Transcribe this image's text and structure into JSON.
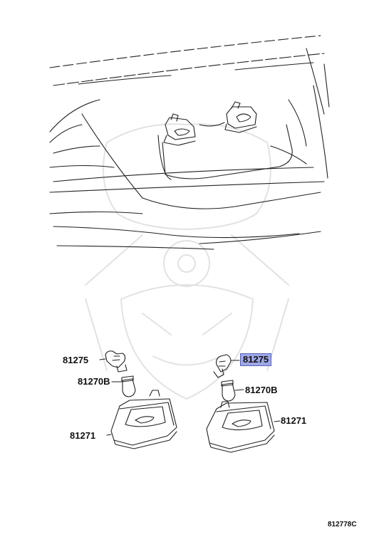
{
  "callouts": {
    "left_socket": "81275",
    "left_bulb": "81270B",
    "left_lamp": "81271",
    "right_socket": "81275",
    "right_bulb": "81270B",
    "right_lamp": "81271"
  },
  "highlight_color": "#9fa8e6",
  "diagram_code": "812778C"
}
